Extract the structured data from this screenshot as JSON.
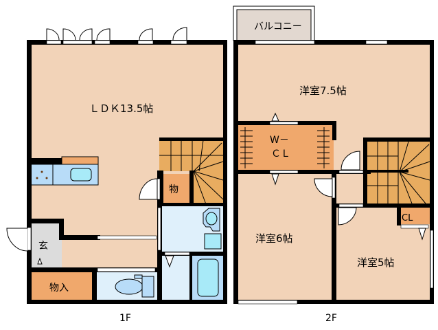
{
  "floors": [
    {
      "label": "1F",
      "rooms": [
        {
          "id": "ldk",
          "label": "ＬＤＫ13.5帖"
        },
        {
          "id": "storage",
          "label": "物"
        },
        {
          "id": "entrance",
          "label": "玄"
        },
        {
          "id": "closet",
          "label": "物入"
        }
      ]
    },
    {
      "label": "2F",
      "rooms": [
        {
          "id": "balcony",
          "label": "バルコニー"
        },
        {
          "id": "western7",
          "label": "洋室7.5帖"
        },
        {
          "id": "wcl_line1",
          "label": "W－"
        },
        {
          "id": "wcl_line2",
          "label": "ＣＬ"
        },
        {
          "id": "western6",
          "label": "洋室6帖"
        },
        {
          "id": "western5",
          "label": "洋室5帖"
        },
        {
          "id": "cl",
          "label": "CL"
        }
      ]
    }
  ],
  "colors": {
    "wall": "#000000",
    "room": "#f2d3b8",
    "storage": "#f0a86c",
    "stairs": "#e8ac60",
    "wet": "#dff0fb",
    "fixture": "#b8dcf8",
    "fixture_inner": "#a8eaf8",
    "entrance": "#dcdcdc",
    "balcony": "#e2d8d0"
  }
}
